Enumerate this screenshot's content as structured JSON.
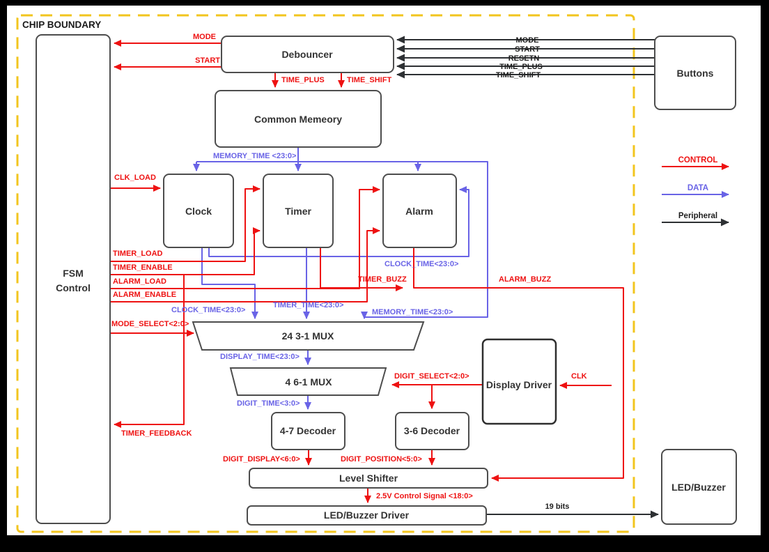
{
  "chip_boundary_label": "CHIP BOUNDARY",
  "blocks": {
    "fsm": {
      "line1": "FSM",
      "line2": "Control"
    },
    "debouncer": "Debouncer",
    "common_memory": "Common Memeory",
    "clock": "Clock",
    "timer": "Timer",
    "alarm": "Alarm",
    "mux24": "24 3-1 MUX",
    "mux46": "4 6-1 MUX",
    "decoder47": "4-7 Decoder",
    "decoder36": "3-6 Decoder",
    "display_driver": "Display Driver",
    "level_shifter": "Level Shifter",
    "led_buzzer_driver": "LED/Buzzer Driver",
    "buttons": "Buttons",
    "led_buzzer": "LED/Buzzer"
  },
  "control_signals": {
    "mode": "MODE",
    "start": "START",
    "time_plus": "TIME_PLUS",
    "time_shift": "TIME_SHIFT",
    "clk_load": "CLK_LOAD",
    "timer_load": "TIMER_LOAD",
    "timer_enable": "TIMER_ENABLE",
    "alarm_load": "ALARM_LOAD",
    "alarm_enable": "ALARM_ENABLE",
    "mode_select": "MODE_SELECT<2:0>",
    "timer_buzz": "TIMER_BUZZ",
    "alarm_buzz": "ALARM_BUZZ",
    "timer_feedback": "TIMER_FEEDBACK",
    "digit_select": "DIGIT_SELECT<2:0>",
    "clk": "CLK",
    "digit_display": "DIGIT_DISPLAY<6:0>",
    "digit_position": "DIGIT_POSITION<5:0>",
    "control_signal_2v5": "2.5V Control Signal <18:0>"
  },
  "data_signals": {
    "memory_time": "MEMORY_TIME <23:0>",
    "clock_time_alarm": "CLOCK_TIME<23:0>",
    "clock_time_mux": "CLOCK_TIME<23:0>",
    "timer_time": "TIMER_TIME<23:0>",
    "memory_time_mux": "MEMORY_TIME<23:0>",
    "display_time": "DISPLAY_TIME<23:0>",
    "digit_time": "DIGIT_TIME<3:0>"
  },
  "peripheral_signals": {
    "mode": "MODE",
    "start": "START",
    "resetn": "RESETN",
    "time_plus": "TIME_PLUS",
    "time_shift": "TIME_SHIFT",
    "bits19": "19 bits"
  },
  "legend": {
    "control": "CONTROL",
    "data": "DATA",
    "peripheral": "Peripheral"
  },
  "colors": {
    "control": "#ee1111",
    "data": "#6963e6",
    "peripheral": "#2d3033",
    "boundary": "#f2c51e"
  }
}
